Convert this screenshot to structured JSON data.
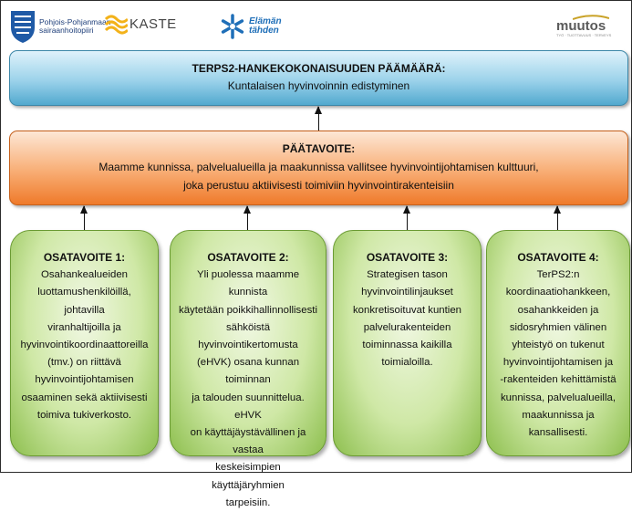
{
  "logos": {
    "pohjois": {
      "line1": "Pohjois-Pohjanmaan",
      "line2": "sairaanhoitopiiri",
      "icon": "shield-crest-icon"
    },
    "kaste": {
      "text": "KASTE",
      "icon": "wave-stripes-icon"
    },
    "elaman": {
      "line1": "Elämän",
      "line2": "tähden",
      "icon": "star-of-life-icon"
    },
    "muutos": {
      "text": "muutos",
      "sub": "TYÖ · TUOTTAVUUS · TERVEYS",
      "icon": "swoosh-icon"
    }
  },
  "goal": {
    "title": "TERPS2-HANKEKOKONAISUUDEN PÄÄMÄÄRÄ:",
    "text": "Kuntalaisen hyvinvoinnin edistyminen"
  },
  "main": {
    "title": "PÄÄTAVOITE:",
    "line1": "Maamme kunnissa, palvelualueilla ja maakunnissa vallitsee hyvinvointijohtamisen kulttuuri,",
    "line2": "joka perustuu aktiivisesti toimiviin hyvinvointirakenteisiin"
  },
  "subgoals": [
    {
      "title": "OSATAVOITE 1:",
      "lines": [
        "Osahankealueiden",
        "luottamushenkilöillä, johtavilla",
        "viranhaltijoilla ja",
        "hyvinvointikoordinaattoreilla",
        "(tmv.) on riittävä",
        "hyvinvointijohtamisen",
        "osaaminen sekä aktiivisesti",
        "toimiva tukiverkosto."
      ]
    },
    {
      "title": "OSATAVOITE 2:",
      "lines": [
        "Yli puolessa maamme kunnista",
        "käytetään poikkihallinnollisesti",
        "sähköistä hyvinvointikertomusta",
        "(eHVK) osana kunnan toiminnan",
        "ja talouden suunnittelua. eHVK",
        "on käyttäjäystävällinen ja vastaa",
        "keskeisimpien käyttäjäryhmien",
        "tarpeisiin."
      ]
    },
    {
      "title": "OSATAVOITE 3:",
      "lines": [
        "Strategisen tason",
        "hyvinvointilinjaukset",
        "konkretisoituvat kuntien",
        "palvelurakenteiden",
        "toiminnassa kaikilla",
        "toimialoilla."
      ]
    },
    {
      "title": "OSATAVOITE 4:",
      "lines": [
        "TerPS2:n",
        "koordinaatiohankkeen,",
        "osahankkeiden ja",
        "sidosryhmien välinen",
        "yhteistyö on tukenut",
        "hyvinvointijohtamisen ja",
        "-rakenteiden kehittämistä",
        "kunnissa, palvelualueilla,",
        "maakunnissa ja kansallisesti."
      ]
    }
  ]
}
